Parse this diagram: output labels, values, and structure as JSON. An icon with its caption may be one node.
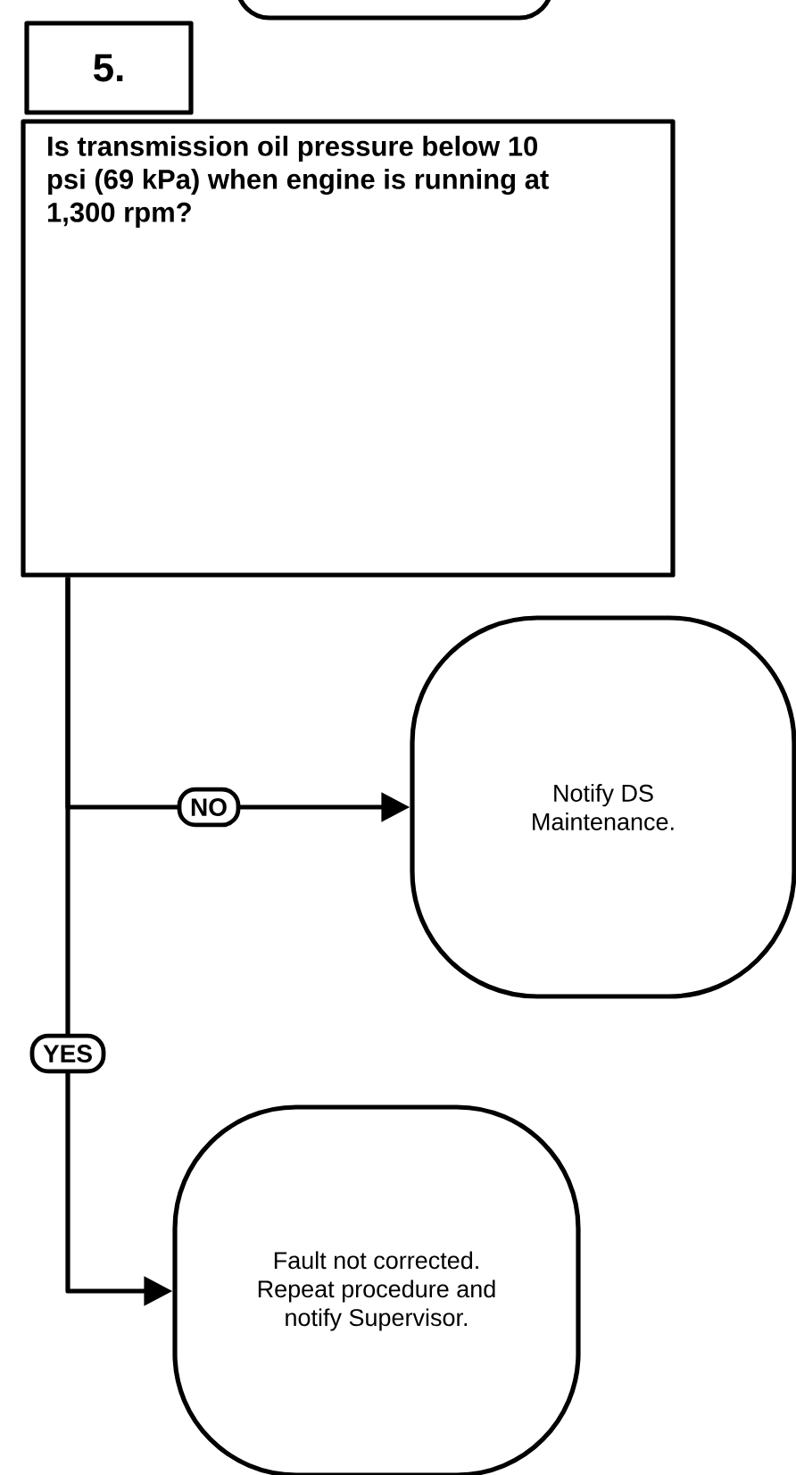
{
  "diagram": {
    "nodes": [
      {
        "text": [],
        "shape": "box"
      },
      {
        "text": [
          "5.",
          "Is transmission oil pressure below 10 psi (69 kPa) when engine is running at 1,300 rpm?"
        ]
      },
      {
        "text": [
          "Notify DS Maintenance."
        ]
      },
      {
        "text": [
          "Fault not corrected. Repeat procedure and notify Supervisor."
        ]
      }
    ],
    "edges": [
      {
        "from": 1,
        "to": 2,
        "arrow": "to",
        "label": "NO"
      },
      {
        "from": 1,
        "to": 3,
        "arrow": "to",
        "label": "YES"
      }
    ]
  }
}
